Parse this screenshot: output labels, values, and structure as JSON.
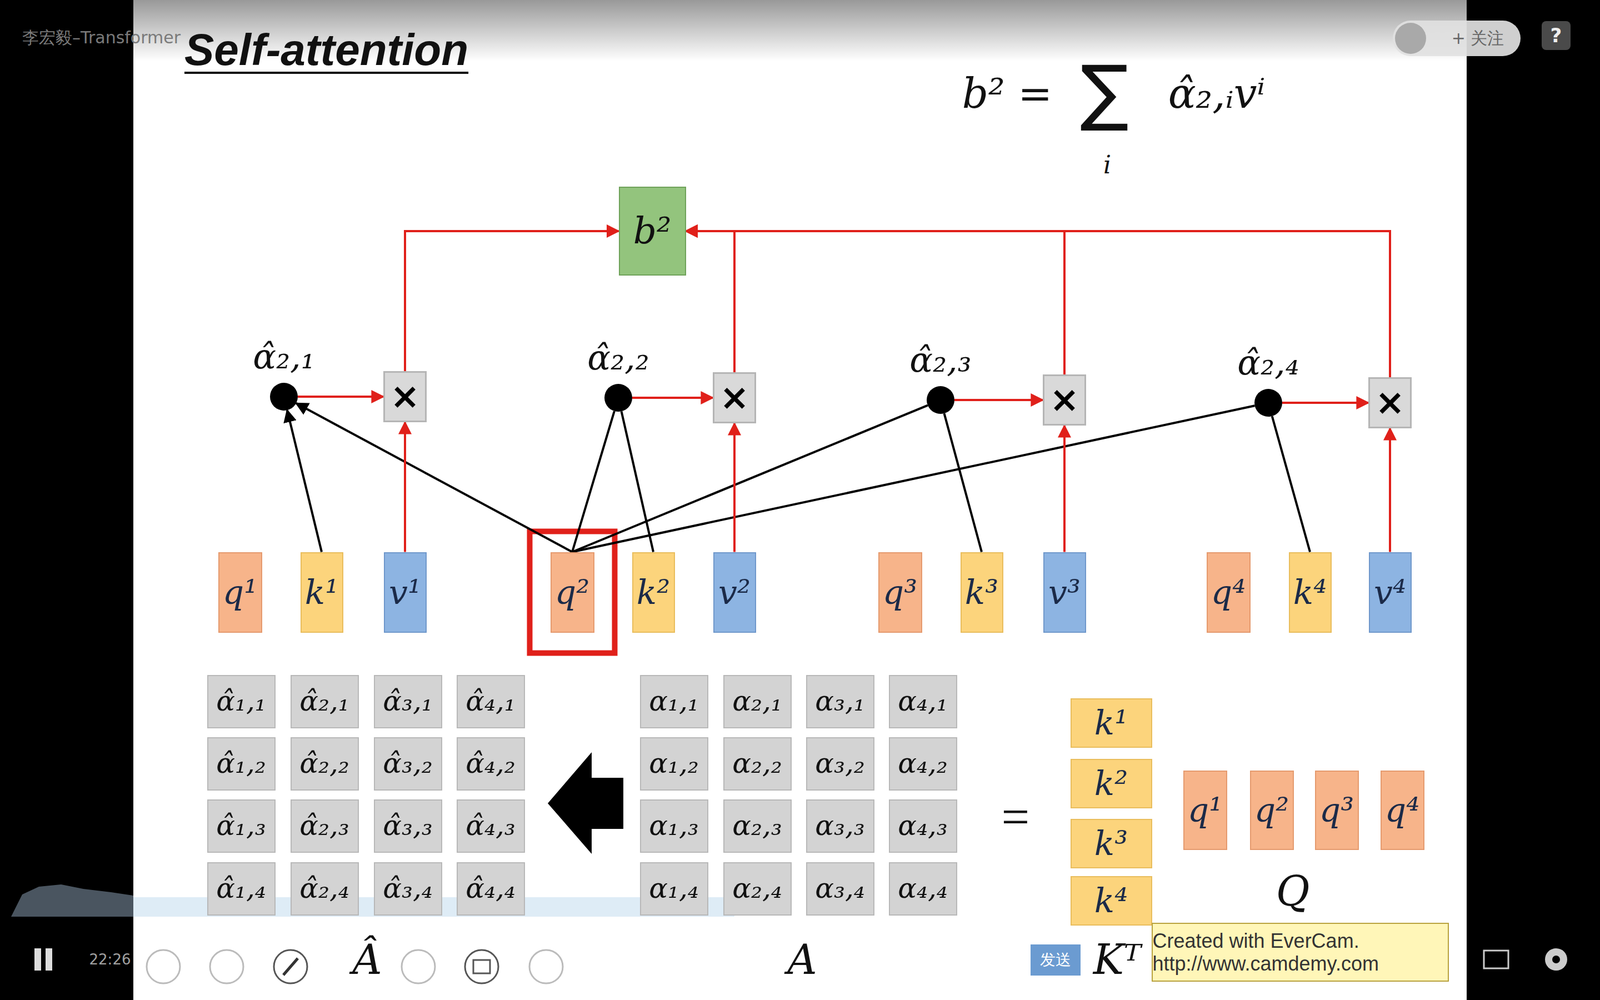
{
  "diagram": {
    "title": "Self-attention",
    "nodes": [
      {
        "text": [
          "b²"
        ]
      },
      {
        "text": [
          "α̂₂,₁"
        ]
      },
      {
        "text": [
          "×"
        ]
      },
      {
        "text": [
          "α̂₂,₂"
        ]
      },
      {
        "text": [
          "×"
        ]
      },
      {
        "text": [
          "α̂₂,₃"
        ]
      },
      {
        "text": [
          "×"
        ]
      },
      {
        "text": [
          "α̂₂,₄"
        ]
      },
      {
        "text": [
          "×"
        ]
      },
      {
        "text": [
          "q¹"
        ]
      },
      {
        "text": [
          "k¹"
        ]
      },
      {
        "text": [
          "v¹"
        ]
      },
      {
        "text": [
          "q²"
        ]
      },
      {
        "text": [
          "k²"
        ]
      },
      {
        "text": [
          "v²"
        ]
      },
      {
        "text": [
          "q³"
        ]
      },
      {
        "text": [
          "k³"
        ]
      },
      {
        "text": [
          "v³"
        ]
      },
      {
        "text": [
          "q⁴"
        ]
      },
      {
        "text": [
          "k⁴"
        ]
      },
      {
        "text": [
          "v⁴"
        ]
      },
      {
        "text": [
          "α̂₁,₁"
        ]
      },
      {
        "text": [
          "α̂₂,₁"
        ]
      },
      {
        "text": [
          "α̂₃,₁"
        ]
      },
      {
        "text": [
          "α̂₄,₁"
        ]
      },
      {
        "text": [
          "α̂₁,₂"
        ]
      },
      {
        "text": [
          "α̂₂,₂"
        ]
      },
      {
        "text": [
          "α̂₃,₂"
        ]
      },
      {
        "text": [
          "α̂₄,₂"
        ]
      },
      {
        "text": [
          "α̂₁,₃"
        ]
      },
      {
        "text": [
          "α̂₂,₃"
        ]
      },
      {
        "text": [
          "α̂₃,₃"
        ]
      },
      {
        "text": [
          "α̂₄,₃"
        ]
      },
      {
        "text": [
          "α̂₁,₄"
        ]
      },
      {
        "text": [
          "α̂₂,₄"
        ]
      },
      {
        "text": [
          "α̂₃,₄"
        ]
      },
      {
        "text": [
          "α̂₄,₄"
        ]
      },
      {
        "text": [
          "α₁,₁"
        ]
      },
      {
        "text": [
          "α₂,₁"
        ]
      },
      {
        "text": [
          "α₃,₁"
        ]
      },
      {
        "text": [
          "α₄,₁"
        ]
      },
      {
        "text": [
          "α₁,₂"
        ]
      },
      {
        "text": [
          "α₂,₂"
        ]
      },
      {
        "text": [
          "α₃,₂"
        ]
      },
      {
        "text": [
          "α₄,₂"
        ]
      },
      {
        "text": [
          "α₁,₃"
        ]
      },
      {
        "text": [
          "α₂,₃"
        ]
      },
      {
        "text": [
          "α₃,₃"
        ]
      },
      {
        "text": [
          "α₄,₃"
        ]
      },
      {
        "text": [
          "α₁,₄"
        ]
      },
      {
        "text": [
          "α₂,₄"
        ]
      },
      {
        "text": [
          "α₃,₄"
        ]
      },
      {
        "text": [
          "α₄,₄"
        ]
      },
      {
        "text": [
          "k¹"
        ]
      },
      {
        "text": [
          "k²"
        ]
      },
      {
        "text": [
          "k³"
        ]
      },
      {
        "text": [
          "k⁴"
        ]
      },
      {
        "text": [
          "q¹"
        ]
      },
      {
        "text": [
          "q²"
        ]
      },
      {
        "text": [
          "q³"
        ]
      },
      {
        "text": [
          "q⁴"
        ]
      },
      {
        "text": [
          "Created with EverCam.",
          "http://www.camdemy.com"
        ]
      },
      {
        "text": [
          "+ 关注"
        ]
      },
      {
        "text": [
          "?"
        ]
      },
      {
        "text": [
          "发送"
        ]
      }
    ],
    "edges": [
      {
        "from": 12,
        "to": 1,
        "arrow": "to"
      },
      {
        "from": 10,
        "to": 1,
        "arrow": "to"
      },
      {
        "from": 12,
        "to": 3,
        "arrow": "none"
      },
      {
        "from": 13,
        "to": 3,
        "arrow": "none"
      },
      {
        "from": 12,
        "to": 5,
        "arrow": "none"
      },
      {
        "from": 16,
        "to": 5,
        "arrow": "none"
      },
      {
        "from": 12,
        "to": 7,
        "arrow": "none"
      },
      {
        "from": 19,
        "to": 7,
        "arrow": "none"
      },
      {
        "from": 1,
        "to": 2,
        "arrow": "to"
      },
      {
        "from": 3,
        "to": 4,
        "arrow": "to"
      },
      {
        "from": 5,
        "to": 6,
        "arrow": "to"
      },
      {
        "from": 7,
        "to": 8,
        "arrow": "to"
      },
      {
        "from": 11,
        "to": 2,
        "arrow": "to"
      },
      {
        "from": 14,
        "to": 4,
        "arrow": "to"
      },
      {
        "from": 17,
        "to": 6,
        "arrow": "to"
      },
      {
        "from": 20,
        "to": 8,
        "arrow": "to"
      },
      {
        "from": 2,
        "to": 0,
        "arrow": "to"
      },
      {
        "from": 4,
        "to": 0,
        "arrow": "to"
      },
      {
        "from": 6,
        "to": 0,
        "arrow": "to"
      },
      {
        "from": 8,
        "to": 0,
        "arrow": "to"
      }
    ],
    "labels": [
      "李宏毅–Transformer",
      "b² =",
      "∑",
      "i",
      "α̂₂,ᵢvⁱ",
      "=",
      "Â",
      "A",
      "Kᵀ",
      "Q",
      "22:26"
    ]
  }
}
